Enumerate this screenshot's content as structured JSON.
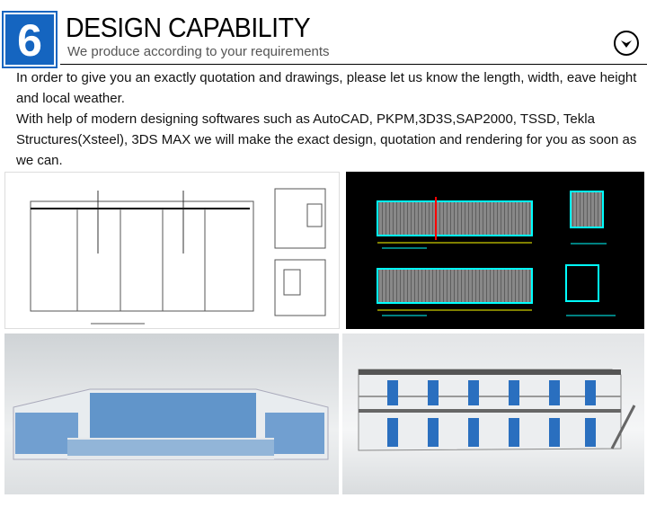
{
  "header": {
    "number": "6",
    "title": "DESIGN CAPABILITY",
    "subtitle": "We produce according to your requirements",
    "expand_icon": "chevron-down-circle-icon",
    "accent": "#1565c0"
  },
  "body": {
    "paragraphs": [
      "In order to give you an exactly quotation and drawings, please let us know the length, width, eave height and local weather.",
      "With help of modern designing softwares such as AutoCAD, PKPM,3D3S,SAP2000, TSSD, Tekla Structures(Xsteel), 3DS MAX we will make the exact design, quotation and rendering for you as soon as we can."
    ]
  },
  "gallery": [
    {
      "name": "floor-plan-drawing"
    },
    {
      "name": "cad-container-drawing"
    },
    {
      "name": "building-rendering-u-shape"
    },
    {
      "name": "two-storey-building-rendering"
    }
  ]
}
